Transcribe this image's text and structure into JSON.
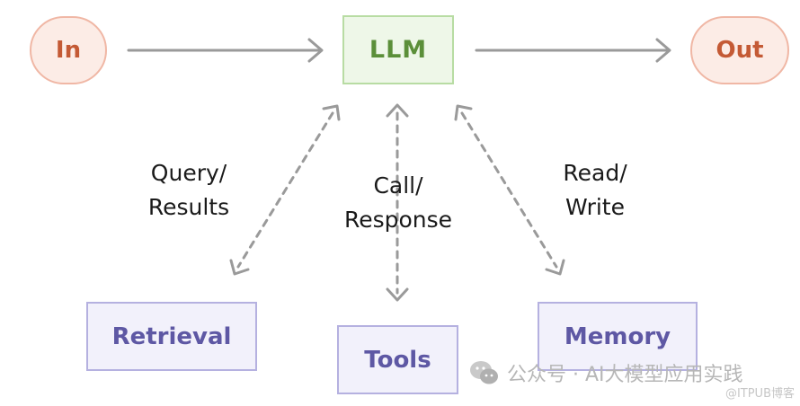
{
  "nodes": {
    "in": "In",
    "llm": "LLM",
    "out": "Out",
    "retrieval": "Retrieval",
    "tools": "Tools",
    "memory": "Memory"
  },
  "labels": {
    "query": [
      "Query/",
      "Results"
    ],
    "call": [
      "Call/",
      "Response"
    ],
    "read": [
      "Read/",
      "Write"
    ]
  },
  "watermark": {
    "text": "公众号 · AI大模型应用实践",
    "sub": "@ITPUB博客",
    "icon": "wechat-icon"
  },
  "colors": {
    "io_border": "#f0b7a5",
    "io_fill": "#fcece6",
    "io_text": "#c45a35",
    "llm_border": "#b8dca3",
    "llm_fill": "#eef7e8",
    "llm_text": "#5b8f39",
    "module_border": "#b5b1e0",
    "module_fill": "#f2f1fb",
    "module_text": "#5e58a4",
    "arrow": "#9a9a9a"
  }
}
